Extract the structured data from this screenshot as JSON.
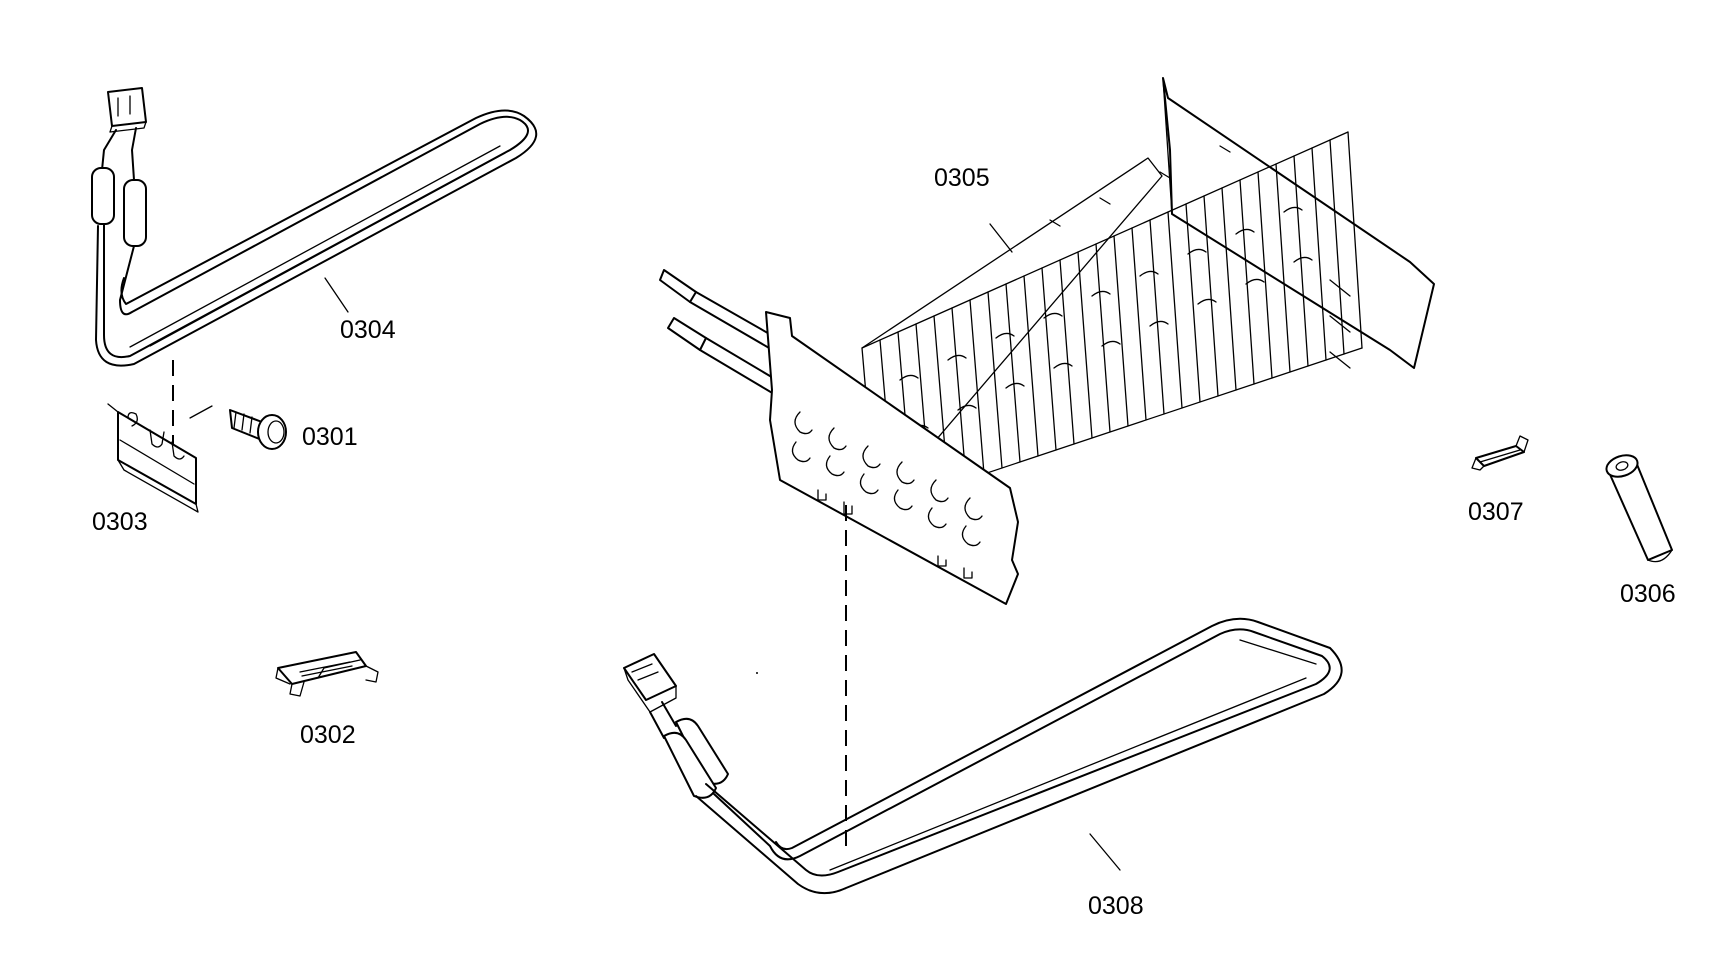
{
  "diagram": {
    "parts": [
      {
        "id": "0301",
        "name": "screw"
      },
      {
        "id": "0302",
        "name": "clip"
      },
      {
        "id": "0303",
        "name": "bracket"
      },
      {
        "id": "0304",
        "name": "heater-element-upper"
      },
      {
        "id": "0305",
        "name": "evaporator"
      },
      {
        "id": "0306",
        "name": "sleeve"
      },
      {
        "id": "0307",
        "name": "retainer-clip"
      },
      {
        "id": "0308",
        "name": "heater-element-lower"
      }
    ]
  },
  "labels": {
    "p0301": "0301",
    "p0302": "0302",
    "p0303": "0303",
    "p0304": "0304",
    "p0305": "0305",
    "p0306": "0306",
    "p0307": "0307",
    "p0308": "0308"
  }
}
